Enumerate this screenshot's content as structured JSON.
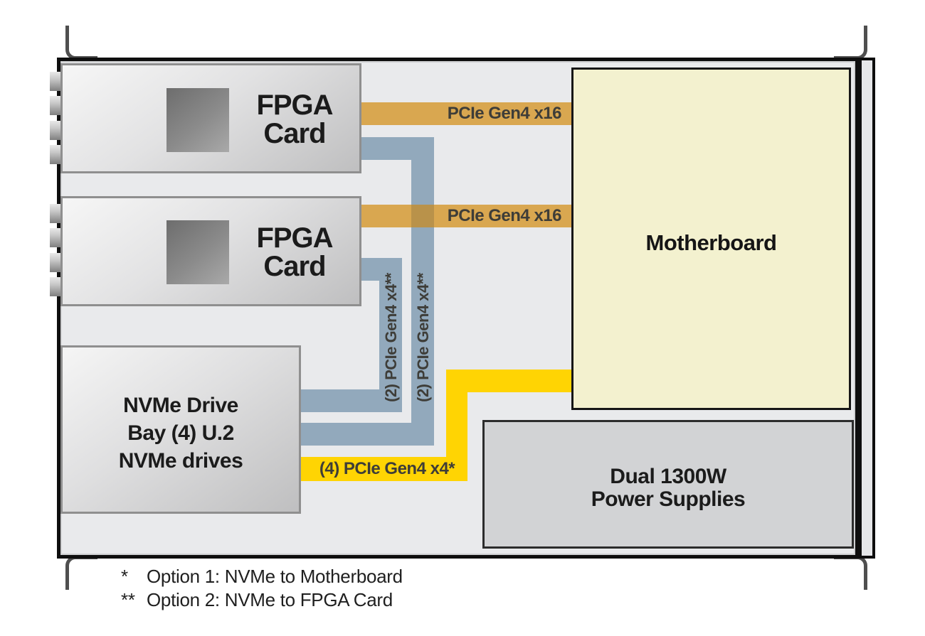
{
  "diagram": {
    "type": "server-chassis-block-diagram",
    "colors": {
      "pcie_x16_link": "#d9a750",
      "pcie_x4_fpga_link": "#92a9bc",
      "pcie_x4_nvme_link": "#ffd403",
      "chassis_fill": "#e9eaec",
      "motherboard_fill": "#f3f1cf",
      "component_fill": "#d2d3d5"
    }
  },
  "boxes": {
    "fpga_card_1": {
      "label_line1": "FPGA",
      "label_line2": "Card"
    },
    "fpga_card_2": {
      "label_line1": "FPGA",
      "label_line2": "Card"
    },
    "motherboard": {
      "label": "Motherboard"
    },
    "nvme_bay": {
      "label_line1": "NVMe Drive",
      "label_line2": "Bay (4) U.2",
      "label_line3": "NVMe drives"
    },
    "power_supply": {
      "label_line1": "Dual 1300W",
      "label_line2": "Power Supplies"
    }
  },
  "connections": {
    "fpga1_x16": {
      "label": "PCIe Gen4 x16",
      "color": "#d9a750"
    },
    "fpga2_x16": {
      "label": "PCIe Gen4 x16",
      "color": "#d9a750"
    },
    "fpga1_nvme": {
      "label": "(2) PCIe Gen4 x4**",
      "color": "#92a9bc"
    },
    "fpga2_nvme": {
      "label": "(2) PCIe Gen4 x4**",
      "color": "#92a9bc"
    },
    "nvme_motherboard": {
      "label": "(4) PCIe Gen4 x4*",
      "color": "#ffd403"
    }
  },
  "footnotes": [
    {
      "marker": "*",
      "text": "Option 1: NVMe to Motherboard"
    },
    {
      "marker": "**",
      "text": "Option 2: NVMe to FPGA Card"
    }
  ]
}
